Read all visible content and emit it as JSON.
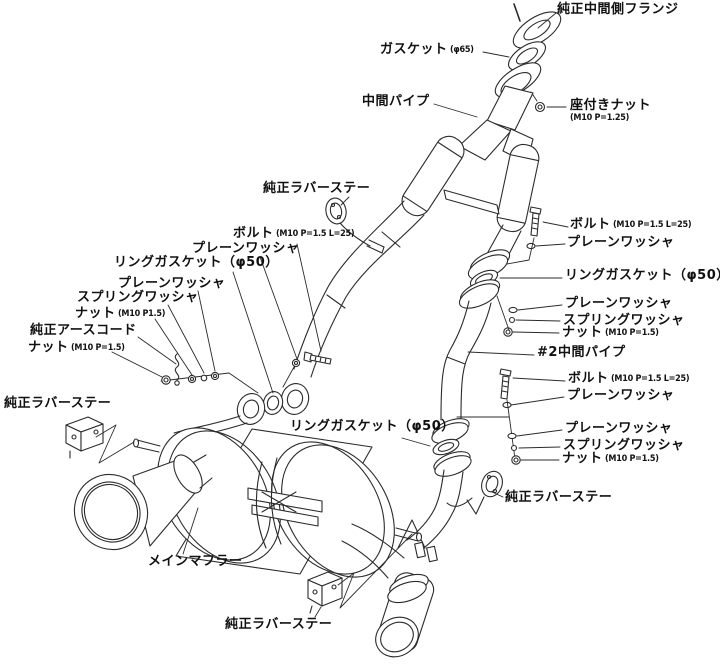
{
  "parts": {
    "stock_mid_flange": "純正中間側フランジ",
    "gasket": "ガスケット",
    "gasket_spec": "(φ65)",
    "mid_pipe": "中間パイプ",
    "seat_nut": "座付きナット",
    "seat_nut_spec": "(M10 P=1.25)",
    "stock_rubber_stay": "純正ラバーステー",
    "bolt": "ボルト",
    "bolt_spec": "(M10 P=1.5 L=25)",
    "plain_washer": "プレーンワッシャ",
    "ring_gasket": "リングガスケット（φ50）",
    "spring_washer": "スプリングワッシャ",
    "nut": "ナット",
    "nut_spec_a": "(M10 P1.5)",
    "nut_spec_b": "(M10 P=1.5)",
    "stock_earth_cord": "純正アースコード",
    "no2_mid_pipe": "#2中間パイプ",
    "main_muffler": "メインマフラー"
  },
  "colors": {
    "line": "#2b2b2b",
    "background": "#ffffff",
    "label_text": "#111111"
  }
}
